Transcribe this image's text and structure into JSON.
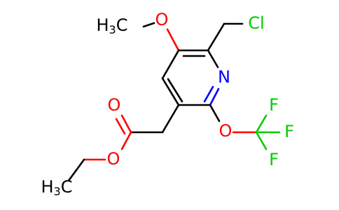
{
  "colors": {
    "carbon": "#000000",
    "oxygen": "#ff0000",
    "nitrogen": "#0000ff",
    "chlorine": "#00cc00",
    "fluorine": "#00cc00"
  },
  "atoms": {
    "methoxy_ch3_main": "H",
    "methoxy_ch3_sub": "3",
    "methoxy_ch3_c": "C",
    "methoxy_o": "O",
    "chloro": "Cl",
    "ring_n": "N",
    "carbonyl_o": "O",
    "ester_o": "O",
    "ethyl_ch3_main": "H",
    "ethyl_ch3_sub": "3",
    "ethyl_ch3_c": "C",
    "trifluoro_o": "O",
    "fluorine_top": "F",
    "fluorine_right": "F",
    "fluorine_bottom": "F"
  }
}
